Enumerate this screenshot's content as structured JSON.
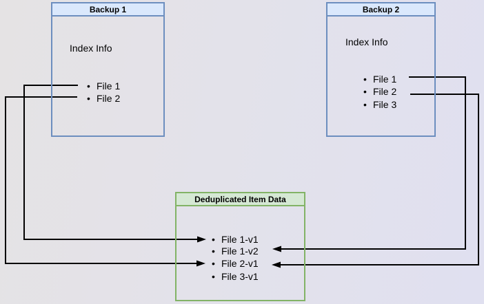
{
  "diagram": {
    "bullet_glyph": "•",
    "backup1": {
      "title": "Backup 1",
      "subtitle": "Index Info",
      "items": [
        "File 1",
        "File 2"
      ]
    },
    "backup2": {
      "title": "Backup 2",
      "subtitle": "Index Info",
      "items": [
        "File 1",
        "File 2",
        "File 3"
      ]
    },
    "dedup": {
      "title": "Deduplicated Item Data",
      "items": [
        "File 1-v1",
        "File 1-v2",
        "File 2-v1",
        "File 3-v1"
      ]
    },
    "connections": [
      {
        "from": "Backup 1 / File 1",
        "to": "File 1-v1",
        "route": "left"
      },
      {
        "from": "Backup 1 / File 2",
        "to": "File 2-v1",
        "route": "left"
      },
      {
        "from": "Backup 2 / File 1",
        "to": "File 1-v2",
        "route": "right"
      },
      {
        "from": "Backup 2 / File 2",
        "to": "File 2-v1",
        "route": "right"
      }
    ],
    "colors": {
      "backup_header_fill": "#dae8fc",
      "backup_border": "#6c8ebf",
      "dedup_header_fill": "#d5e8d4",
      "dedup_border": "#82b366",
      "arrow": "#000000",
      "background_left": "#e5e3e4",
      "background_right": "#e0e0f0"
    }
  }
}
